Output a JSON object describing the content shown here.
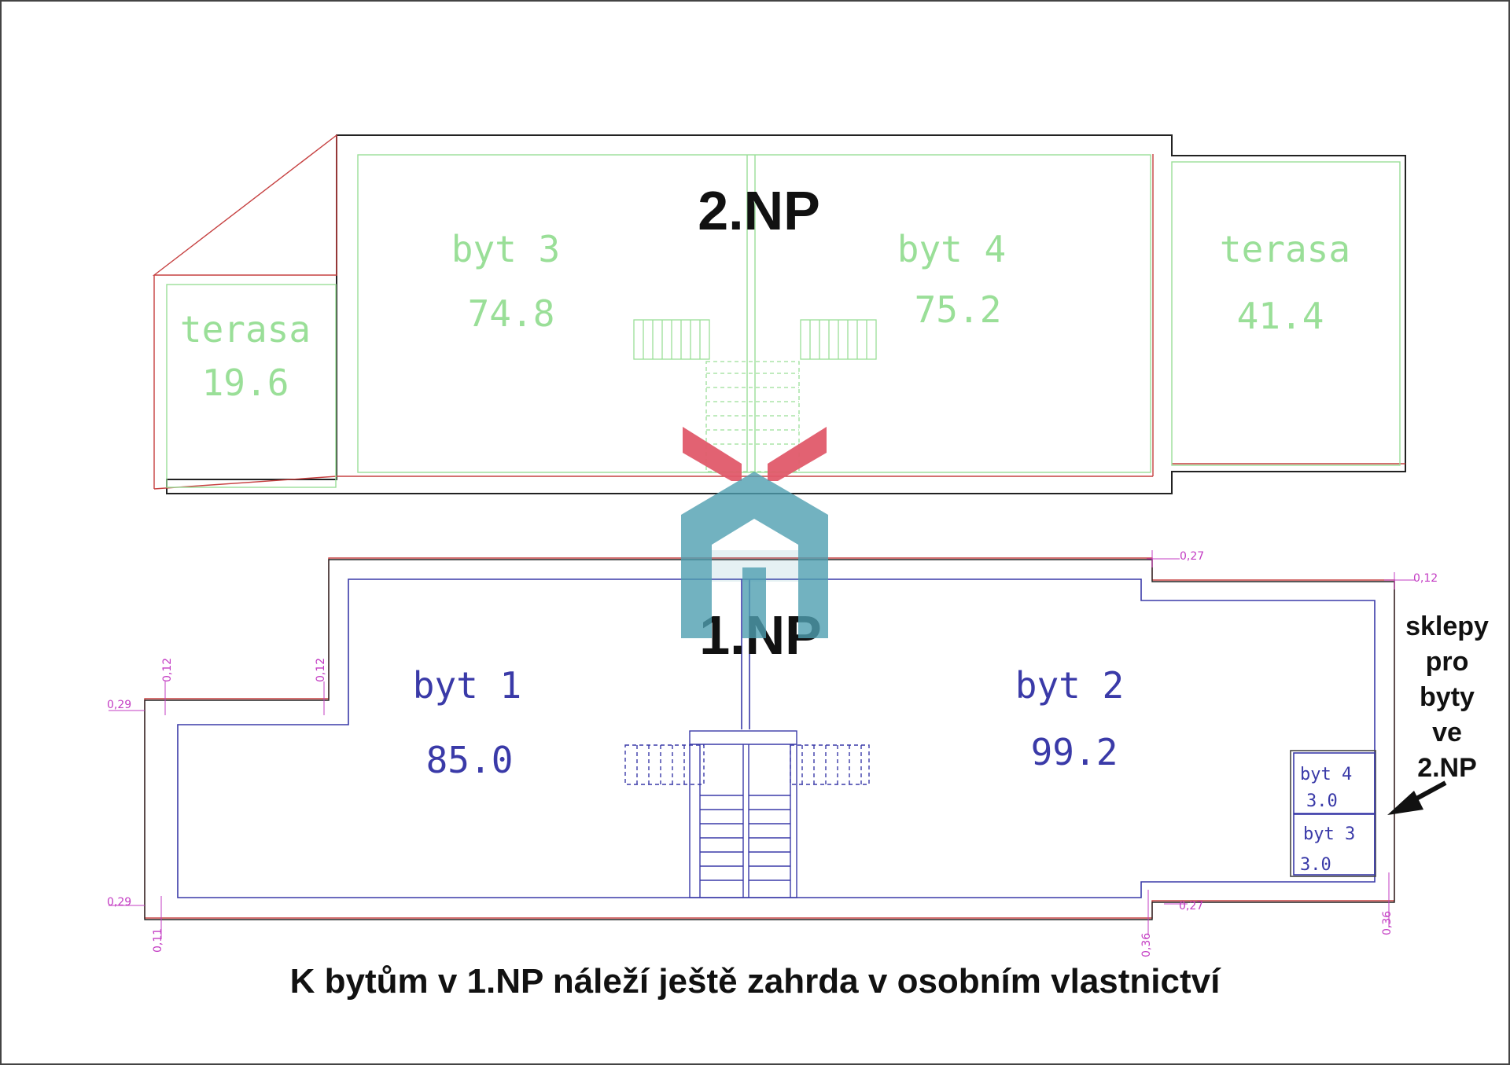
{
  "floors": {
    "upper": {
      "label": "2.NP",
      "rooms": [
        {
          "name": "byt 3",
          "area": "74.8"
        },
        {
          "name": "byt 4",
          "area": "75.2"
        },
        {
          "name": "terasa",
          "area": "19.6"
        },
        {
          "name": "terasa",
          "area": "41.4"
        }
      ]
    },
    "lower": {
      "label": "1.NP",
      "rooms": [
        {
          "name": "byt 1",
          "area": "85.0"
        },
        {
          "name": "byt 2",
          "area": "99.2"
        }
      ],
      "cellars": [
        {
          "name": "byt 4",
          "area": "3.0"
        },
        {
          "name": "byt 3",
          "area": "3.0"
        }
      ]
    }
  },
  "dimensions": [
    "0,27",
    "0,12",
    "0,12",
    "0,12",
    "0,29",
    "0,29",
    "0,11",
    "0,36",
    "0,27",
    "0,36"
  ],
  "cellar_note": [
    "sklepy",
    "pro",
    "byty",
    "ve",
    "2.NP"
  ],
  "footer": "K bytům v 1.NP náleží ještě zahrda v osobním vlastnictví",
  "logo": {
    "icon": "house-logo-icon",
    "colors": [
      "#e05a6a",
      "#4f9fb0"
    ]
  },
  "colors": {
    "upper_outline": "#222222",
    "upper_rooms": "#9adf98",
    "lower_outline": "#3a3aa8",
    "wall_red": "#c64040",
    "dimension": "#c33cc3"
  }
}
